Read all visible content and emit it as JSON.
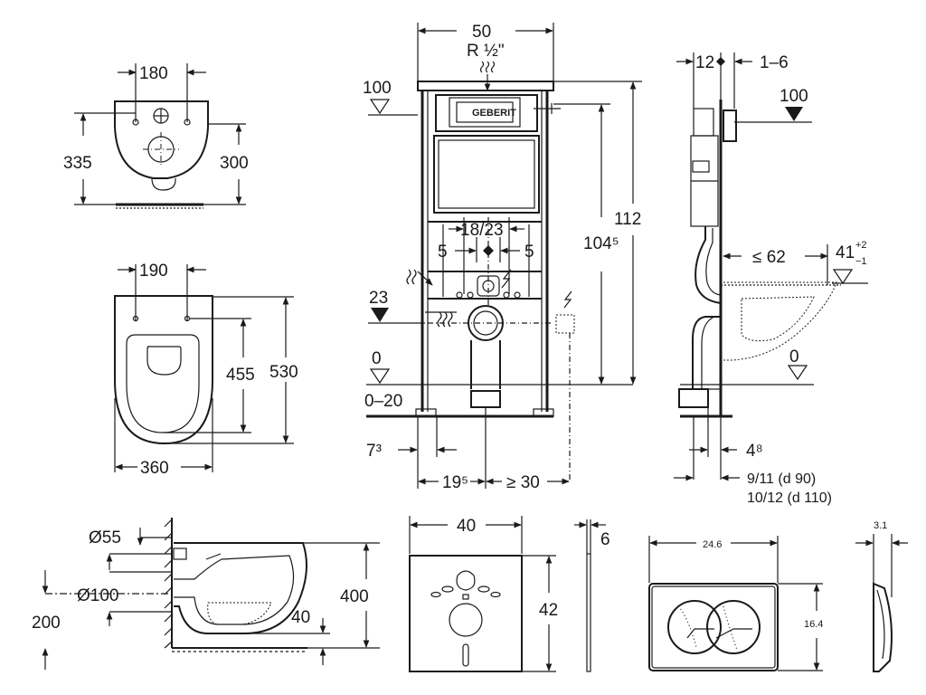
{
  "bowl_top": {
    "width": "180",
    "height_outer": "335",
    "height_inner": "300"
  },
  "bowl_plan": {
    "hole_spacing": "190",
    "inner_length": "455",
    "length": "530",
    "width": "360"
  },
  "frame": {
    "width": "50",
    "inlet": "R ½\"",
    "level_100": "100",
    "level_23": "23",
    "level_0": "0",
    "level_range": "0–20",
    "center_spacing": "18/23",
    "offset_left": "5",
    "offset_right": "5",
    "height_1045": "104⁵",
    "height_112": "112",
    "dim_73": "7³",
    "dim_195": "19⁵",
    "dim_30": "≥ 30"
  },
  "side": {
    "depth_12": "12",
    "depth_16": "1–6",
    "level_100": "100",
    "dist_62": "≤ 62",
    "height_41": "41",
    "height_41_sup": "+2",
    "height_41_sub": "−1",
    "level_0": "0",
    "dim_48": "4⁸",
    "dim_911": "9/11  (d 90)",
    "dim_1012": "10/12 (d 110)"
  },
  "section": {
    "dia_55": "Ø55",
    "dia_100": "Ø100",
    "height_200": "200",
    "height_400": "400",
    "dim_40": "40"
  },
  "gasket": {
    "width": "40",
    "height": "42",
    "thickness": "6"
  },
  "plate": {
    "width": "24.6",
    "height": "16.4",
    "thickness": "3.1"
  },
  "colors": {
    "line": "#1a1a1a",
    "background": "#ffffff"
  }
}
